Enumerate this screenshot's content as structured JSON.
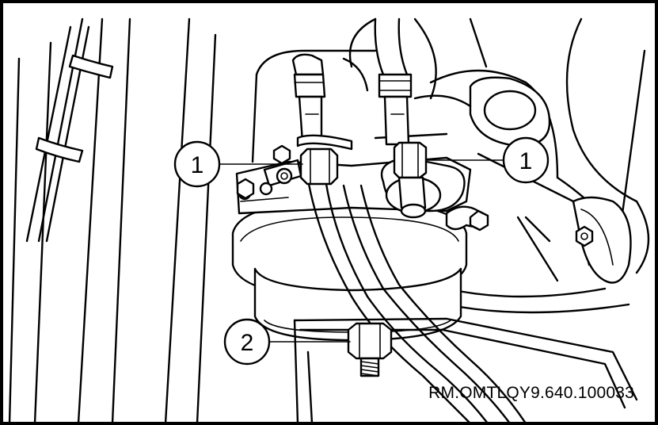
{
  "callouts": [
    {
      "id": "nut-left",
      "label": "1"
    },
    {
      "id": "nut-right",
      "label": "1"
    },
    {
      "id": "drain-plug",
      "label": "2"
    }
  ],
  "reference_code": "RM.OMTLQY9.640.100033"
}
